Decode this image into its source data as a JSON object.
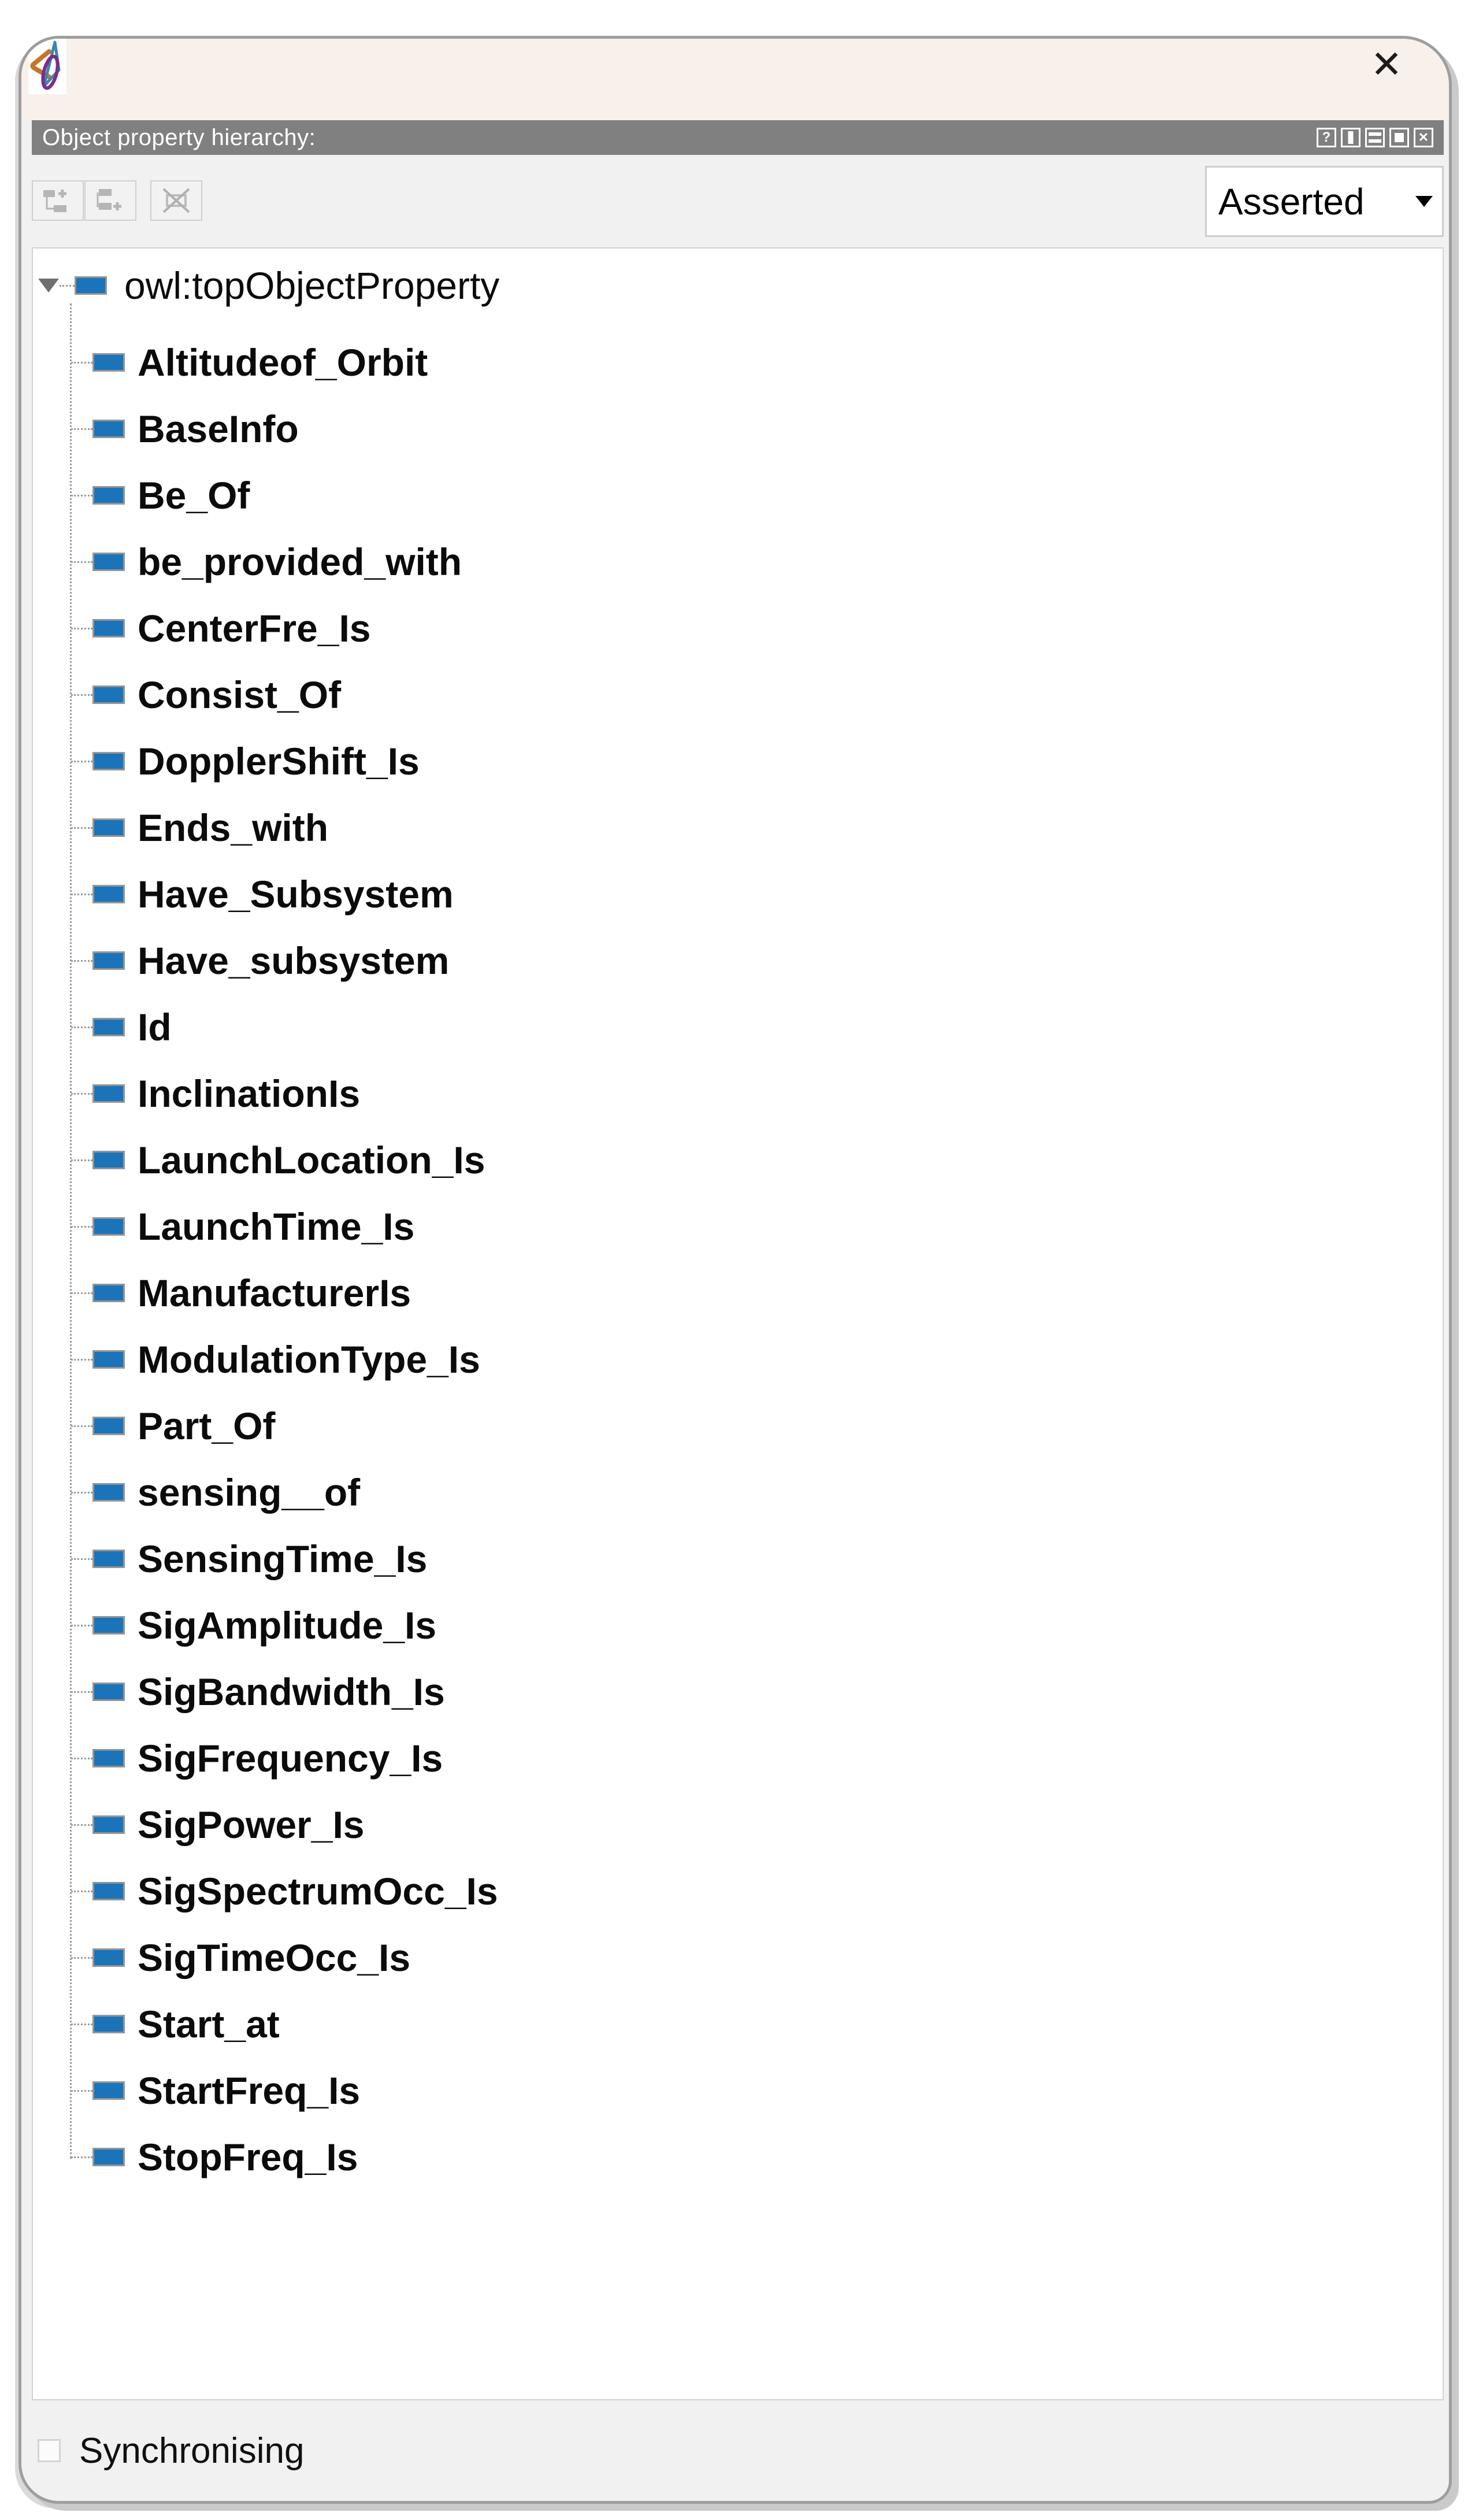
{
  "window": {
    "close_icon": "✕",
    "colors": {
      "titlebar_bg": "#f8f0ea",
      "panel_header_bg": "#808080",
      "property_icon_blue": "#1b74b9",
      "window_border": "#9e9e9e",
      "toolbar_bg": "#f1f1f1"
    }
  },
  "header": {
    "title": "Object property hierarchy:",
    "icons": [
      "help-icon",
      "split-vertical-icon",
      "split-horizontal-icon",
      "float-icon",
      "close-panel-icon"
    ]
  },
  "toolbar": {
    "buttons": [
      "add-sub-property-button",
      "add-sibling-property-button",
      "delete-property-button"
    ],
    "view_selector": {
      "value": "Asserted"
    }
  },
  "tree": {
    "root": {
      "label": "owl:topObjectProperty",
      "expanded": true
    },
    "children": [
      {
        "label": "Altitudeof_Orbit"
      },
      {
        "label": "BaseInfo"
      },
      {
        "label": "Be_Of"
      },
      {
        "label": "be_provided_with"
      },
      {
        "label": "CenterFre_Is"
      },
      {
        "label": "Consist_Of"
      },
      {
        "label": "DopplerShift_Is"
      },
      {
        "label": "Ends_with"
      },
      {
        "label": "Have_Subsystem"
      },
      {
        "label": "Have_subsystem"
      },
      {
        "label": "Id"
      },
      {
        "label": "InclinationIs"
      },
      {
        "label": "LaunchLocation_Is"
      },
      {
        "label": "LaunchTime_Is"
      },
      {
        "label": "ManufacturerIs"
      },
      {
        "label": "ModulationType_Is"
      },
      {
        "label": "Part_Of"
      },
      {
        "label": "sensing__of"
      },
      {
        "label": "SensingTime_Is"
      },
      {
        "label": "SigAmplitude_Is"
      },
      {
        "label": "SigBandwidth_Is"
      },
      {
        "label": "SigFrequency_Is"
      },
      {
        "label": "SigPower_Is"
      },
      {
        "label": "SigSpectrumOcc_Is"
      },
      {
        "label": "SigTimeOcc_Is"
      },
      {
        "label": "Start_at"
      },
      {
        "label": "StartFreq_Is"
      },
      {
        "label": "StopFreq_Is"
      }
    ]
  },
  "footer": {
    "label": "Synchronising",
    "checkbox_checked": false
  }
}
